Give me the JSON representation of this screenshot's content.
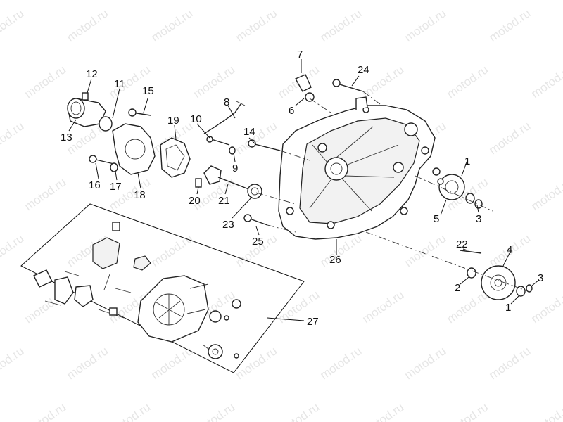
{
  "watermark": "motod.ru",
  "callouts": [
    {
      "id": "c1a",
      "label": "1"
    },
    {
      "id": "c1b",
      "label": "1"
    },
    {
      "id": "c2",
      "label": "2"
    },
    {
      "id": "c3a",
      "label": "3"
    },
    {
      "id": "c3b",
      "label": "3"
    },
    {
      "id": "c4",
      "label": "4"
    },
    {
      "id": "c5",
      "label": "5"
    },
    {
      "id": "c6",
      "label": "6"
    },
    {
      "id": "c7",
      "label": "7"
    },
    {
      "id": "c8",
      "label": "8"
    },
    {
      "id": "c9",
      "label": "9"
    },
    {
      "id": "c10",
      "label": "10"
    },
    {
      "id": "c11",
      "label": "11"
    },
    {
      "id": "c12",
      "label": "12"
    },
    {
      "id": "c13",
      "label": "13"
    },
    {
      "id": "c14",
      "label": "14"
    },
    {
      "id": "c15",
      "label": "15"
    },
    {
      "id": "c16",
      "label": "16"
    },
    {
      "id": "c17",
      "label": "17"
    },
    {
      "id": "c18",
      "label": "18"
    },
    {
      "id": "c19",
      "label": "19"
    },
    {
      "id": "c20",
      "label": "20"
    },
    {
      "id": "c21",
      "label": "21"
    },
    {
      "id": "c22",
      "label": "22"
    },
    {
      "id": "c23",
      "label": "23"
    },
    {
      "id": "c24",
      "label": "24"
    },
    {
      "id": "c25",
      "label": "25"
    },
    {
      "id": "c26",
      "label": "26"
    },
    {
      "id": "c27",
      "label": "27"
    }
  ]
}
